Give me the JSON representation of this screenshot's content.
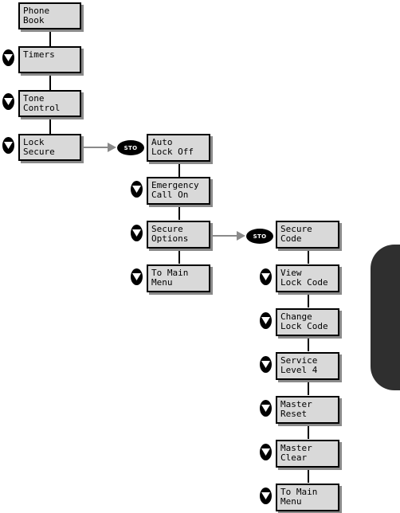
{
  "nodes": {
    "phone_book": "Phone\nBook",
    "timers": "Timers",
    "tone_control": "Tone\nControl",
    "lock_secure": "Lock\nSecure",
    "auto_lock_off": "Auto\nLock Off",
    "emergency_call_on": "Emergency\nCall On",
    "secure_options": "Secure\nOptions",
    "to_main_menu_1": "To Main\nMenu",
    "secure_code": "Secure\nCode",
    "view_lock_code": "View\nLock Code",
    "change_lock_code": "Change\nLock Code",
    "service_level_4": "Service\nLevel 4",
    "master_reset": "Master\nReset",
    "master_clear": "Master\nClear",
    "to_main_menu_2": "To Main\nMenu"
  },
  "keys": {
    "sto_label": "STO",
    "down_icon": "down-arrow-key-icon"
  },
  "colors": {
    "box_fill": "#d9d9d9",
    "box_shadow": "#8a8a8a",
    "side_tab": "#2f2f2f"
  }
}
